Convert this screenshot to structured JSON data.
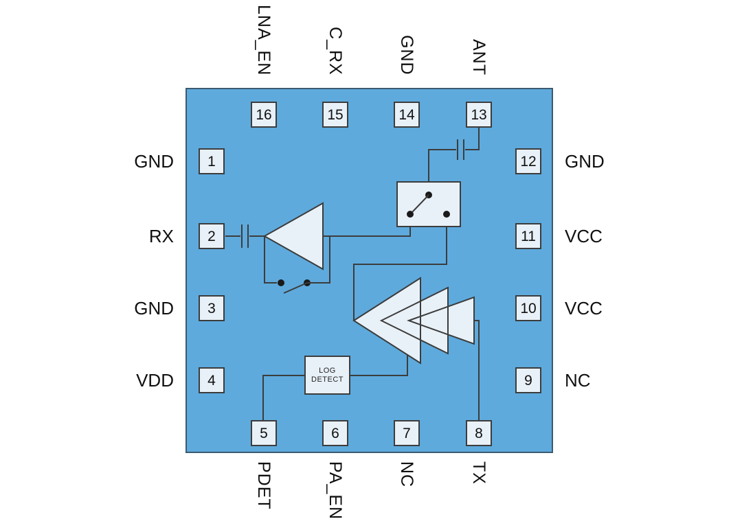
{
  "diagram": {
    "kind": "16-pin RF front-end IC pinout and functional block diagram"
  },
  "colors": {
    "chip_fill": "#5EAADD",
    "chip_border": "#3A5A70",
    "component_fill": "#E9F1F8",
    "stroke": "#3C3C3C",
    "background": "#FFFFFF",
    "text": "#101010"
  },
  "pins": {
    "top": [
      {
        "number": "16",
        "label": "LNA_EN"
      },
      {
        "number": "15",
        "label": "C_RX"
      },
      {
        "number": "14",
        "label": "GND"
      },
      {
        "number": "13",
        "label": "ANT"
      }
    ],
    "left": [
      {
        "number": "1",
        "label": "GND"
      },
      {
        "number": "2",
        "label": "RX"
      },
      {
        "number": "3",
        "label": "GND"
      },
      {
        "number": "4",
        "label": "VDD"
      }
    ],
    "right": [
      {
        "number": "12",
        "label": "GND"
      },
      {
        "number": "11",
        "label": "VCC"
      },
      {
        "number": "10",
        "label": "VCC"
      },
      {
        "number": "9",
        "label": "NC"
      }
    ],
    "bottom": [
      {
        "number": "5",
        "label": "PDET"
      },
      {
        "number": "6",
        "label": "PA_EN"
      },
      {
        "number": "7",
        "label": "NC"
      },
      {
        "number": "8",
        "label": "TX"
      }
    ]
  },
  "blocks": {
    "log_detect": {
      "line1": "LOG",
      "line2": "DETECT"
    }
  }
}
